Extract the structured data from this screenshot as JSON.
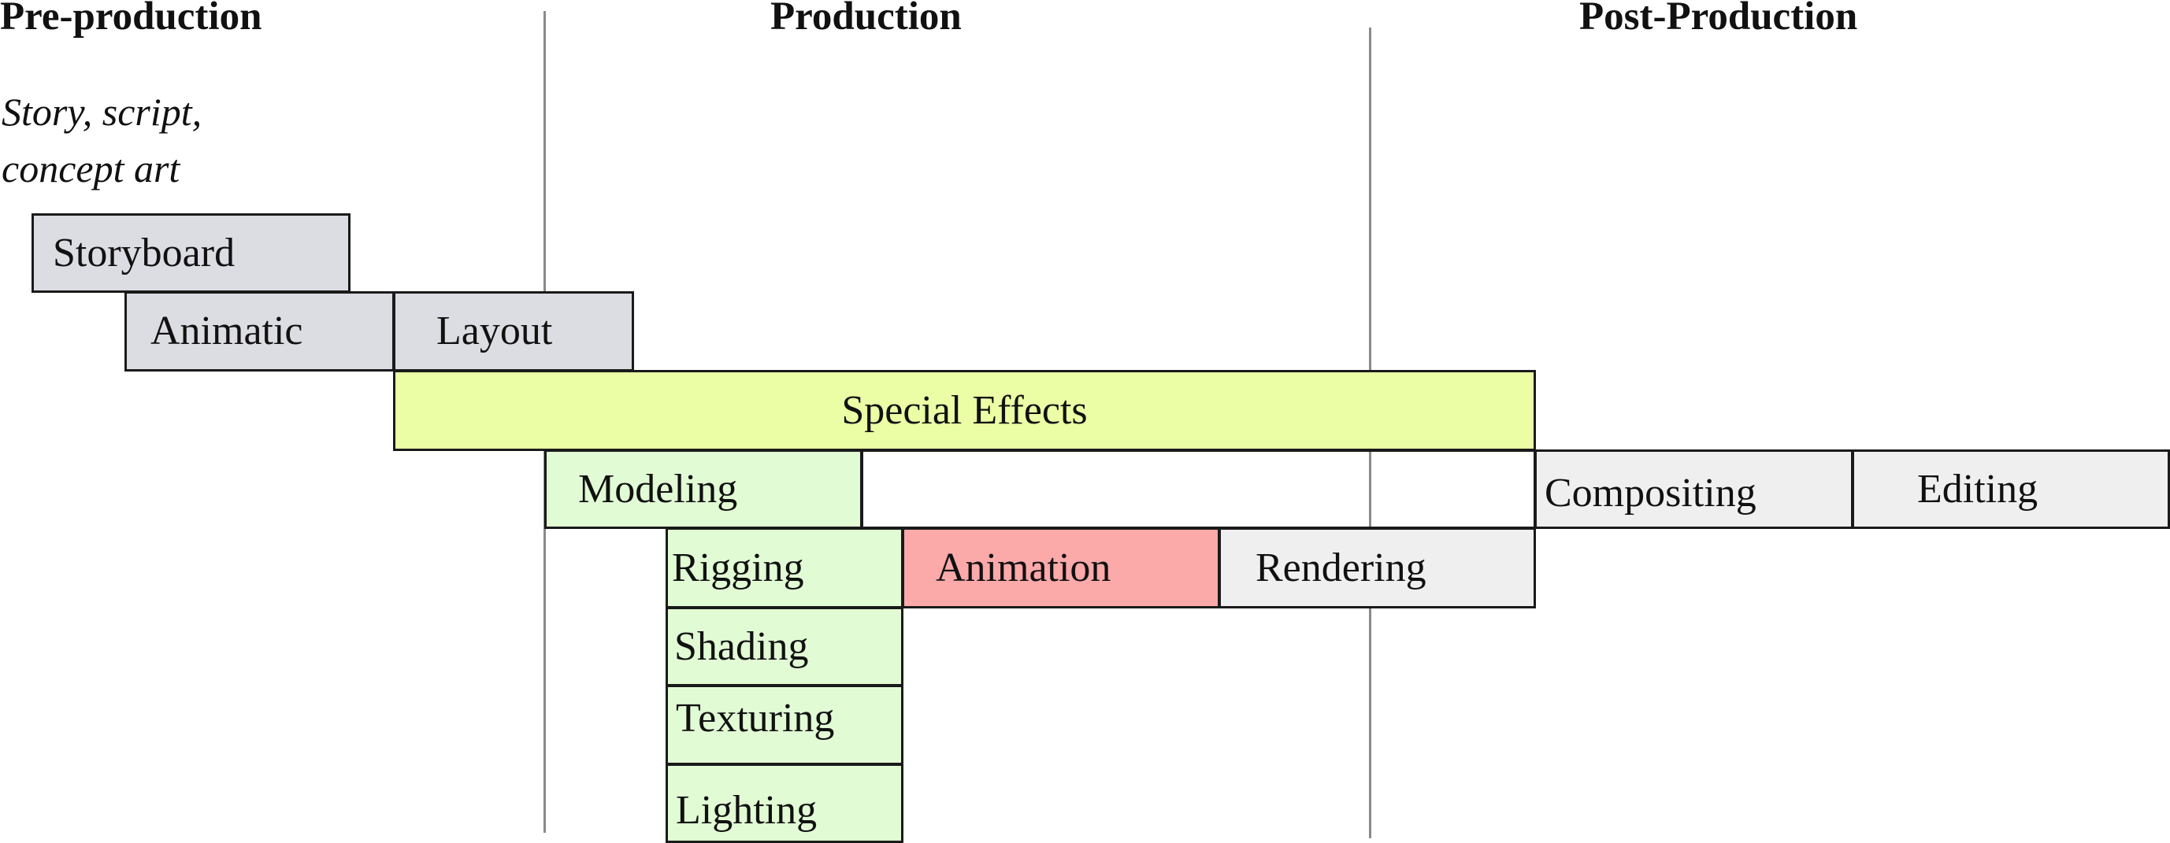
{
  "phases": {
    "pre": "Pre-production",
    "production": "Production",
    "post": "Post-Production"
  },
  "notes": {
    "line1": "Story, script,",
    "line2": "concept art"
  },
  "stages": {
    "storyboard": "Storyboard",
    "animatic": "Animatic",
    "layout": "Layout",
    "special_effects": "Special Effects",
    "modeling": "Modeling",
    "compositing": "Compositing",
    "editing": "Editing",
    "rigging": "Rigging",
    "animation": "Animation",
    "rendering": "Rendering",
    "shading": "Shading",
    "texturing": "Texturing",
    "lighting": "Lighting"
  },
  "colors": {
    "preproduction_box": "#dcdce3",
    "special_effects_box": "#ebfda5",
    "production_box": "#e1fbd4",
    "animation_box": "#fca9aa",
    "postproduction_box": "#efefef",
    "divider": "#8a8a8a"
  }
}
